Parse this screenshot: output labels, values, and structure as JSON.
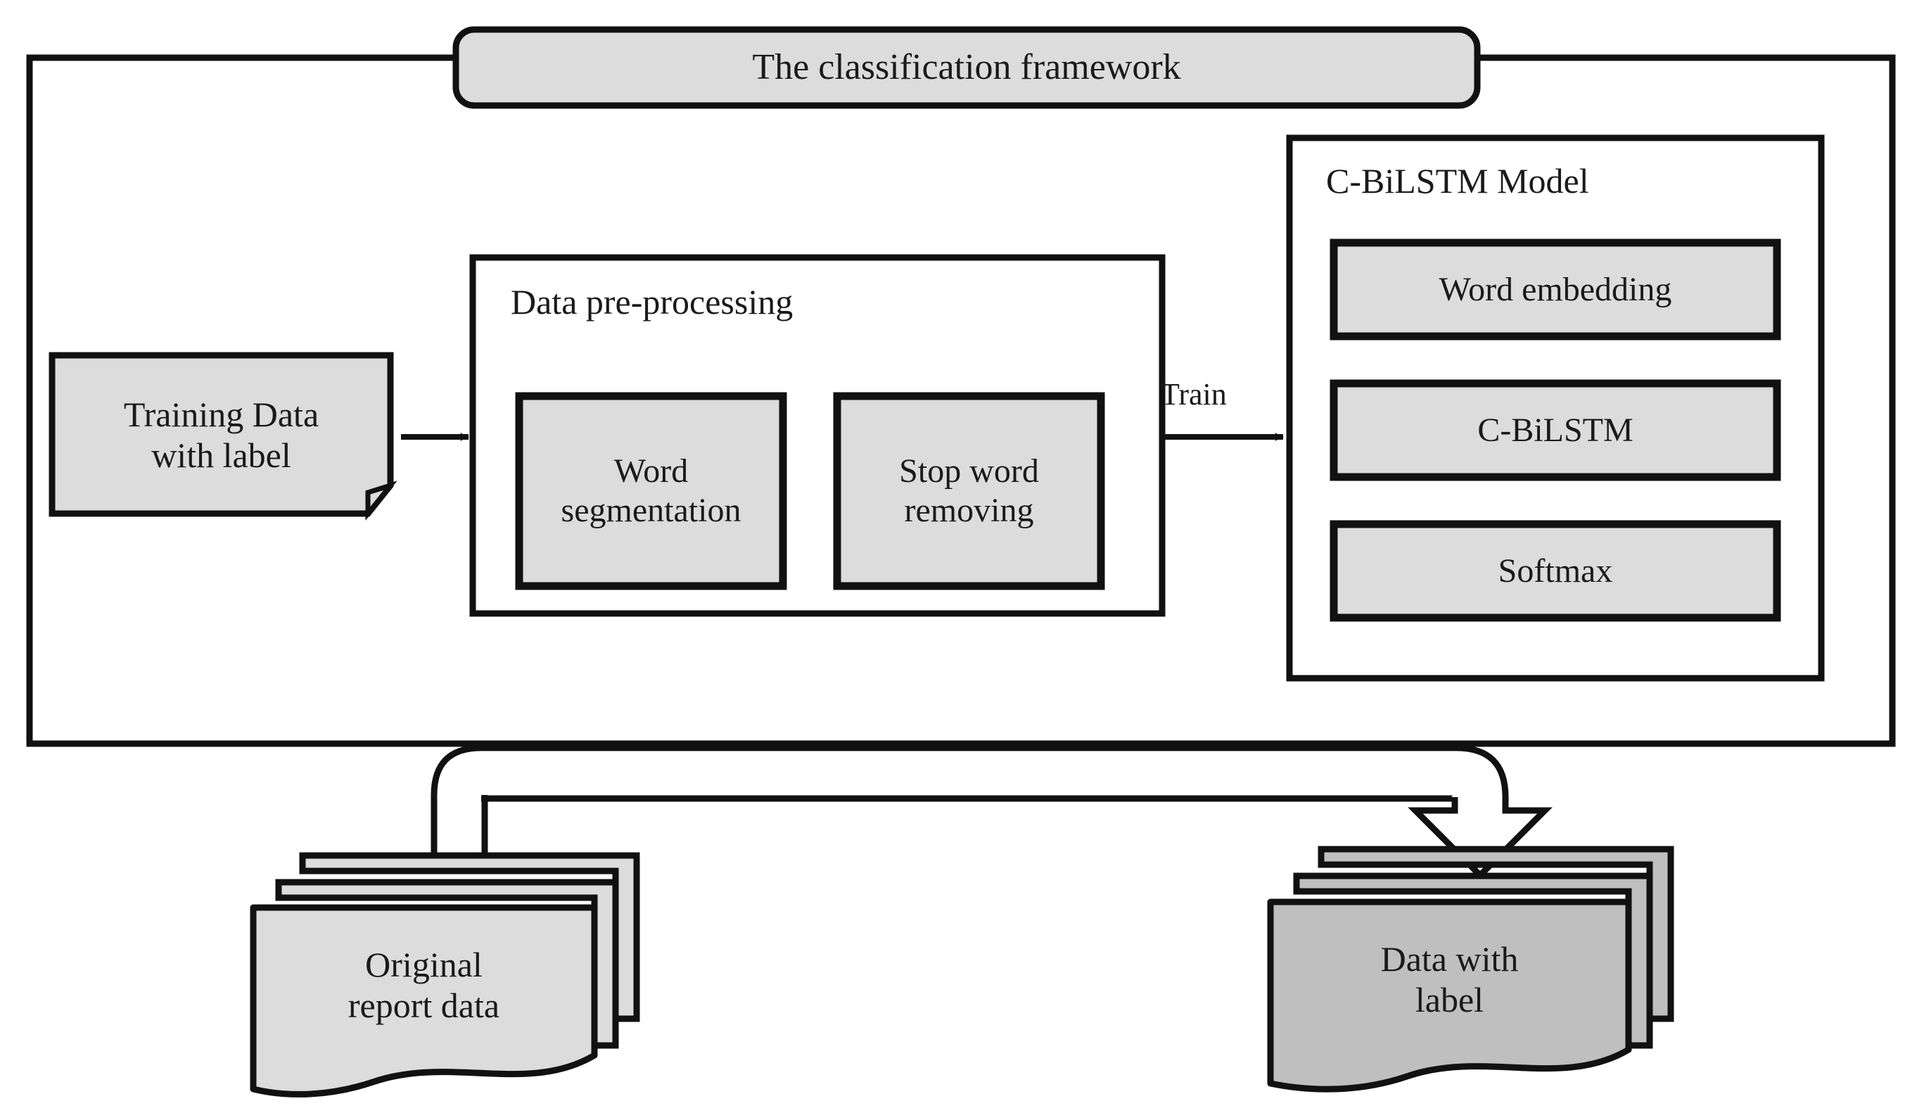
{
  "diagram": {
    "type": "flowchart",
    "title": "The classification framework",
    "framework": {
      "title_label": "The classification framework",
      "preprocessing": {
        "section_label": "Data pre-processing",
        "steps": [
          {
            "label": "Word\nsegmentation"
          },
          {
            "label": "Stop word\nremoving"
          }
        ]
      },
      "model": {
        "section_label": "C-BiLSTM Model",
        "layers": [
          {
            "label": "Word embedding"
          },
          {
            "label": "C-BiLSTM"
          },
          {
            "label": "Softmax"
          }
        ]
      },
      "input_document": {
        "label": "Training Data\nwith label"
      }
    },
    "edges": [
      {
        "from": "training-data",
        "to": "data-pre-processing",
        "label": ""
      },
      {
        "from": "data-pre-processing",
        "to": "c-bilstm-model",
        "label": "Train"
      },
      {
        "from": "original-report-data",
        "to": "data-with-label",
        "label": ""
      }
    ],
    "train_edge_label": "Train",
    "data_stacks": [
      {
        "name": "original-report-data",
        "label": "Original\nreport data",
        "fill": "#DCDCDC",
        "sheets": 3
      },
      {
        "name": "data-with-label",
        "label": "Data with\nlabel",
        "fill": "#BFBFBF",
        "sheets": 3
      }
    ],
    "colors": {
      "stroke": "#111111",
      "fill_light": "#DCDCDC",
      "fill_dark": "#BFBFBF",
      "background": "#FFFFFF",
      "text": "#1A1A1A"
    }
  }
}
